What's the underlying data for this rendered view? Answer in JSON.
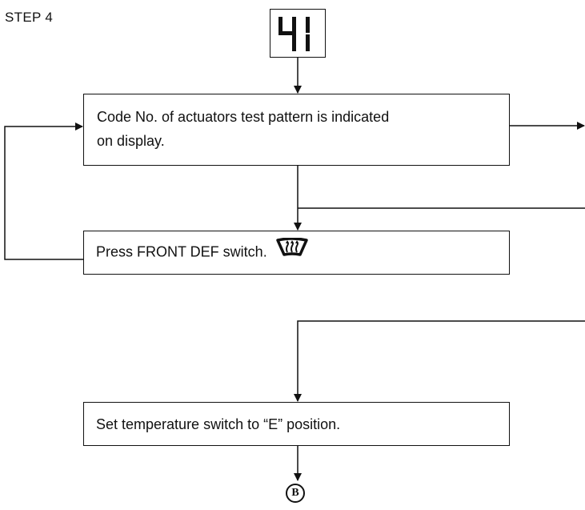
{
  "step": {
    "label": "STEP 4"
  },
  "display": {
    "code": "41"
  },
  "boxes": {
    "box1": {
      "line1": "Code No. of actuators test pattern is indicated",
      "line2": "on display."
    },
    "box2": {
      "text": "Press FRONT DEF switch.",
      "icon": "front-defroster-icon"
    },
    "box3": {
      "text": "Set temperature switch to “E” position."
    }
  },
  "connector": {
    "label": "B"
  },
  "colors": {
    "ink": "#111111",
    "background": "#ffffff"
  }
}
